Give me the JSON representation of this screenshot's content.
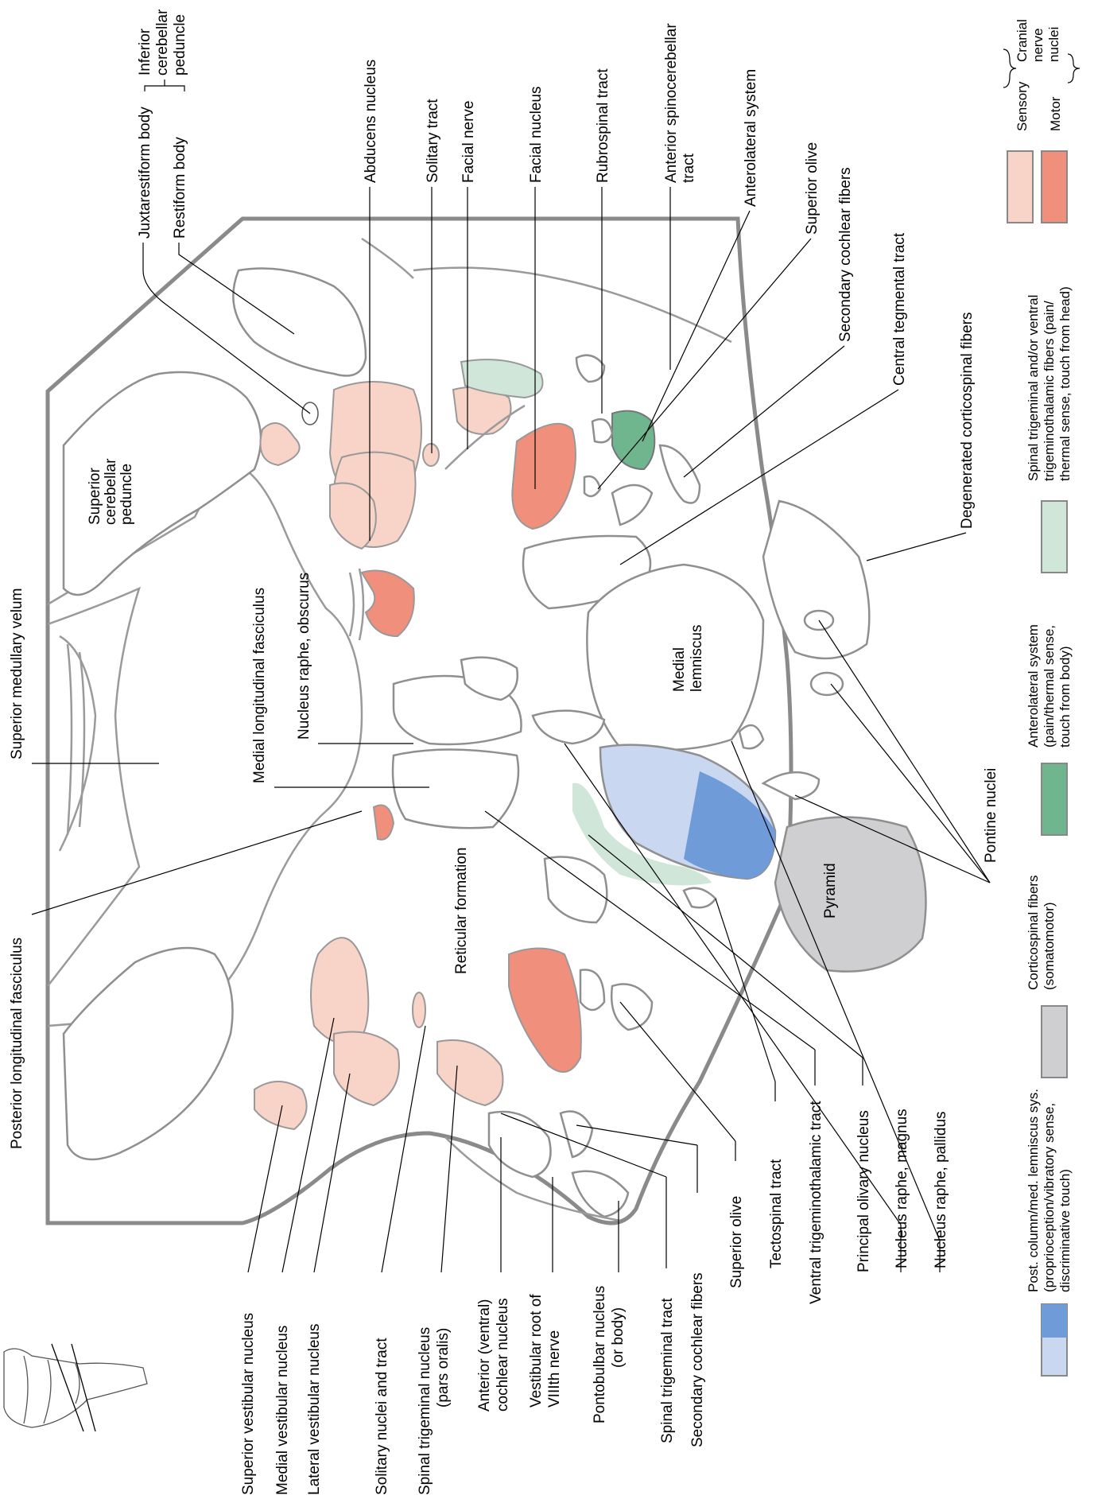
{
  "colors": {
    "sensory": "#f8d3c8",
    "motor": "#f0907c",
    "post_column_light": "#c9d7f0",
    "post_column_dark": "#6f9bd8",
    "corticospinal": "#cfcfd1",
    "anterolateral": "#6fb58e",
    "spinal_trigeminal": "#cfe6d8",
    "outline": "#8a8a8a"
  },
  "labels_top": {
    "inferior_cerebellar_peduncle": [
      "Inferior",
      "cerebellar",
      "peduncle"
    ],
    "juxtarestiform_body": "Juxtarestiform body",
    "restiform_body": "Restiform body",
    "abducens_nucleus": "Abducens nucleus",
    "solitary_tract": "Solitary tract",
    "facial_nerve": "Facial nerve",
    "facial_nucleus": "Facial nucleus",
    "rubrospinal_tract": "Rubrospinal tract",
    "anterior_spinocerebellar_tract": [
      "Anterior spinocerebellar",
      "tract"
    ],
    "anterolateral_system": "Anterolateral system",
    "superior_olive": "Superior olive",
    "secondary_cochlear_fibers": "Secondary cochlear fibers",
    "central_tegmental_tract": "Central tegmental tract",
    "degenerated_corticospinal_fibers": "Degenerated corticospinal fibers",
    "superior_medullary_velum": "Superior medullary velum",
    "medial_longitudinal_fasciculus": "Medial longitudinal fasciculus",
    "nucleus_raphe_obscurus": "Nucleus raphe, obscurus"
  },
  "labels_inside": {
    "superior_cerebellar_peduncle": [
      "Superior",
      "cerebellar",
      "peduncle"
    ],
    "medial_lemniscus": [
      "Medial",
      "lemniscus"
    ],
    "reticular_formation": "Reticular formation",
    "pyramid": "Pyramid"
  },
  "labels_left": {
    "posterior_longitudinal_fasciculus": "Posterior longitudinal fasciculus"
  },
  "labels_bottom": {
    "superior_vestibular_nucleus": "Superior vestibular nucleus",
    "medial_vestibular_nucleus": "Medial vestibular nucleus",
    "lateral_vestibular_nucleus": "Lateral vestibular nucleus",
    "solitary_nuclei_and_tract": "Solitary nuclei and tract",
    "spinal_trigeminal_nucleus": [
      "Spinal trigeminal nucleus",
      "(pars oralis)"
    ],
    "anterior_cochlear_nucleus": [
      "Anterior (ventral)",
      "cochlear nucleus"
    ],
    "vestibular_root": [
      "Vestibular root of",
      "VIIIth nerve"
    ],
    "pontobulbar_nucleus": [
      "Pontobulbar nucleus",
      "(or body)"
    ],
    "spinal_trigeminal_tract": "Spinal trigeminal tract",
    "secondary_cochlear_fibers": "Secondary cochlear fibers",
    "superior_olive": "Superior olive",
    "tectospinal_tract": "Tectospinal tract",
    "ventral_trigeminothalamic_tract": "Ventral trigeminothalamic tract",
    "principal_olivary_nucleus": "Principal olivary nucleus",
    "nucleus_raphe_magnus": "Nucleus raphe, magnus",
    "nucleus_raphe_pallidus": "Nucleus raphe, pallidus",
    "pontine_nuclei": "Pontine nuclei"
  },
  "legend": {
    "cranial_nerve_nuclei": [
      "Cranial",
      "nerve",
      "nuclei"
    ],
    "sensory": "Sensory",
    "motor": "Motor",
    "spinal_trigeminal": [
      "Spinal trigeminal and/or ventral",
      "trigeminothalamic fibers (pain/",
      "thermal sense, touch from head)"
    ],
    "anterolateral": [
      "Anterolateral system",
      "(pain/thermal sense,",
      "touch from body)"
    ],
    "corticospinal": [
      "Corticospinal fibers",
      "(somatomotor)"
    ],
    "post_column": [
      "Post. column/med. lemniscus sys.",
      "(proprioception/vibratory sense,",
      "discriminative touch)"
    ]
  }
}
